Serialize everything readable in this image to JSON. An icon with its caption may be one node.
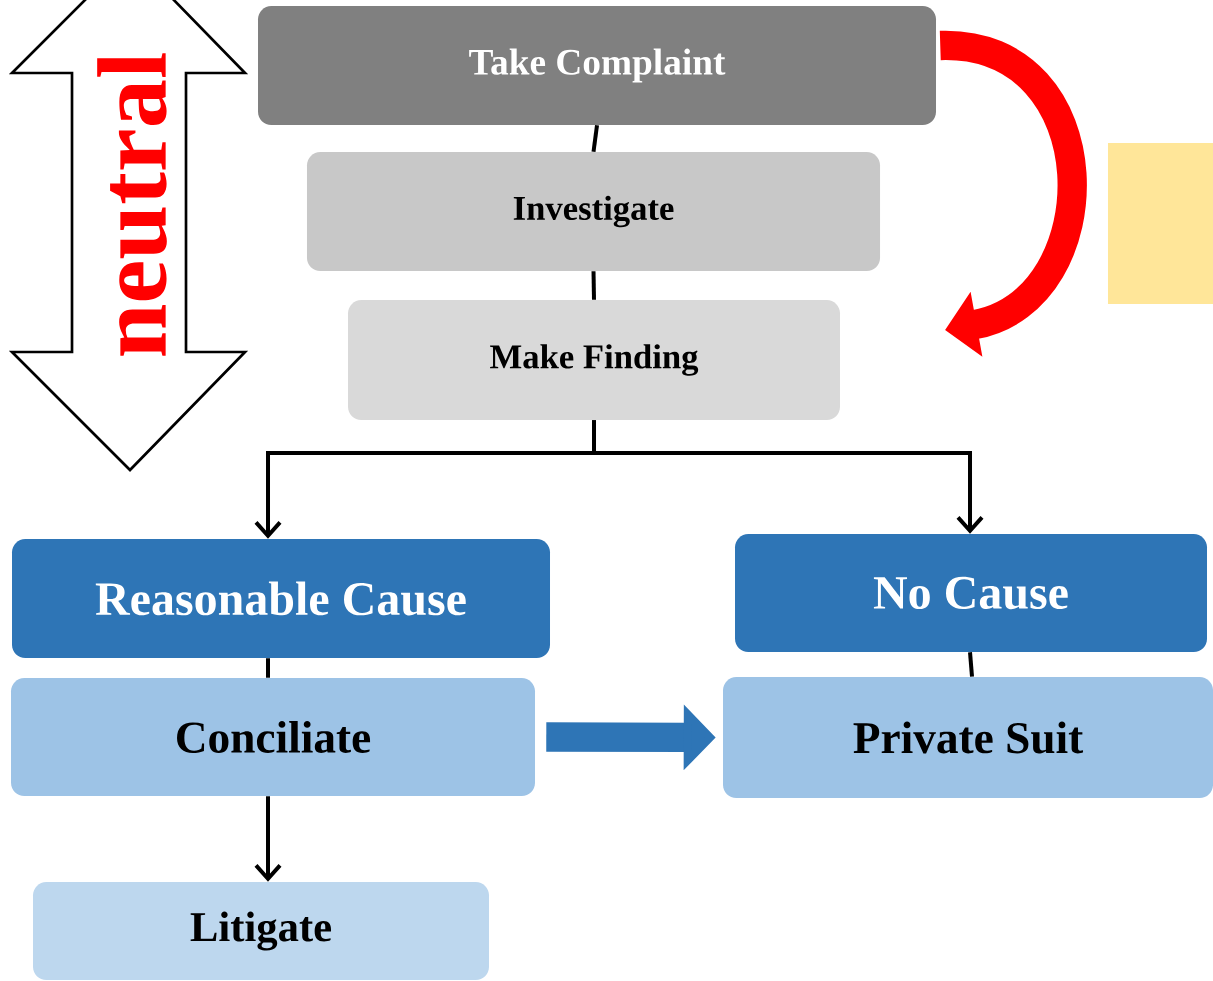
{
  "diagram": {
    "nodes": [
      {
        "text": [
          "Take Complaint"
        ]
      },
      {
        "text": [
          "Investigate"
        ]
      },
      {
        "text": [
          "Make Finding"
        ]
      },
      {
        "text": [
          "Reasonable Cause"
        ]
      },
      {
        "text": [
          "No Cause"
        ]
      },
      {
        "text": [
          "Conciliate"
        ]
      },
      {
        "text": [
          "Private Suit"
        ]
      },
      {
        "text": [
          "Litigate"
        ]
      },
      {
        "text": [],
        "shape": "box"
      },
      {
        "text": [
          "neutral"
        ]
      }
    ],
    "edges": [
      {
        "from": 0,
        "to": 1,
        "arrow": "none"
      },
      {
        "from": 1,
        "to": 2,
        "arrow": "none"
      },
      {
        "from": 2,
        "to": 3,
        "arrow": "to"
      },
      {
        "from": 2,
        "to": 4,
        "arrow": "to"
      },
      {
        "from": 3,
        "to": 5,
        "arrow": "none"
      },
      {
        "from": 4,
        "to": 6,
        "arrow": "none"
      },
      {
        "from": 5,
        "to": 6,
        "arrow": "to",
        "style": "thick",
        "color": "#2e75b6"
      },
      {
        "from": 5,
        "to": 7,
        "arrow": "to"
      },
      {
        "from": 0,
        "to": null,
        "arrow": "to",
        "style": "thick",
        "color": "#ff0000"
      }
    ]
  }
}
